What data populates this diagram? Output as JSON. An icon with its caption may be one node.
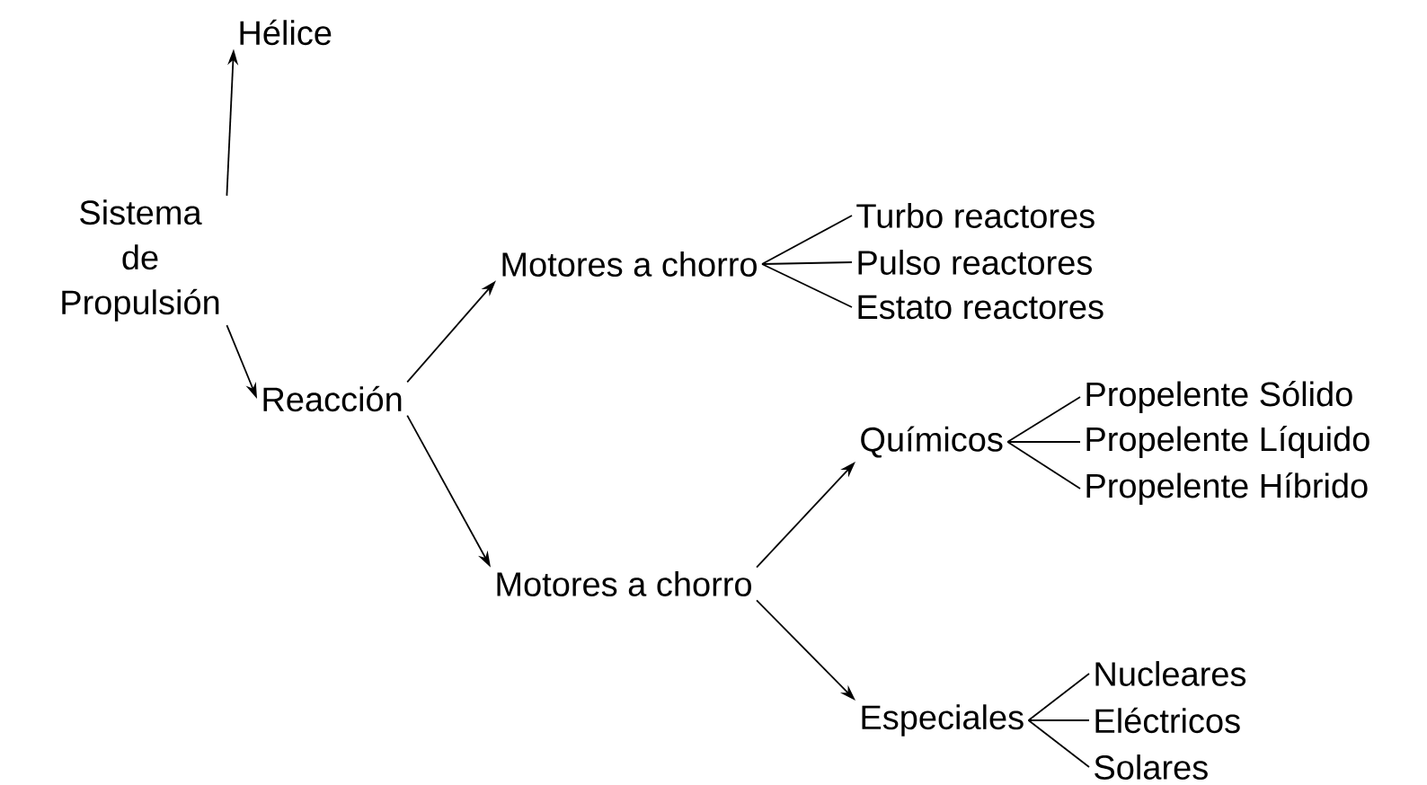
{
  "diagram": {
    "nodes": [
      {
        "text": [
          "Sistema de Propulsión"
        ]
      },
      {
        "text": [
          "Hélice"
        ]
      },
      {
        "text": [
          "Reacción"
        ]
      },
      {
        "text": [
          "Motores a chorro"
        ]
      },
      {
        "text": [
          "Turbo reactores"
        ]
      },
      {
        "text": [
          "Pulso reactores"
        ]
      },
      {
        "text": [
          "Estato reactores"
        ]
      },
      {
        "text": [
          "Motores a chorro"
        ]
      },
      {
        "text": [
          "Químicos"
        ]
      },
      {
        "text": [
          "Propelente Sólido"
        ]
      },
      {
        "text": [
          "Propelente Líquido"
        ]
      },
      {
        "text": [
          "Propelente Híbrido"
        ]
      },
      {
        "text": [
          "Especiales"
        ]
      },
      {
        "text": [
          "Nucleares"
        ]
      },
      {
        "text": [
          "Eléctricos"
        ]
      },
      {
        "text": [
          "Solares"
        ]
      }
    ],
    "edges": [
      {
        "from": 0,
        "to": 1,
        "arrow": "to"
      },
      {
        "from": 0,
        "to": 2,
        "arrow": "to"
      },
      {
        "from": 2,
        "to": 3,
        "arrow": "to"
      },
      {
        "from": 2,
        "to": 7,
        "arrow": "to"
      },
      {
        "from": 3,
        "to": 4,
        "arrow": "none"
      },
      {
        "from": 3,
        "to": 5,
        "arrow": "none"
      },
      {
        "from": 3,
        "to": 6,
        "arrow": "none"
      },
      {
        "from": 7,
        "to": 8,
        "arrow": "to"
      },
      {
        "from": 7,
        "to": 12,
        "arrow": "to"
      },
      {
        "from": 8,
        "to": 9,
        "arrow": "none"
      },
      {
        "from": 8,
        "to": 10,
        "arrow": "none"
      },
      {
        "from": 8,
        "to": 11,
        "arrow": "none"
      },
      {
        "from": 12,
        "to": 13,
        "arrow": "none"
      },
      {
        "from": 12,
        "to": 14,
        "arrow": "none"
      },
      {
        "from": 12,
        "to": 15,
        "arrow": "none"
      }
    ]
  }
}
